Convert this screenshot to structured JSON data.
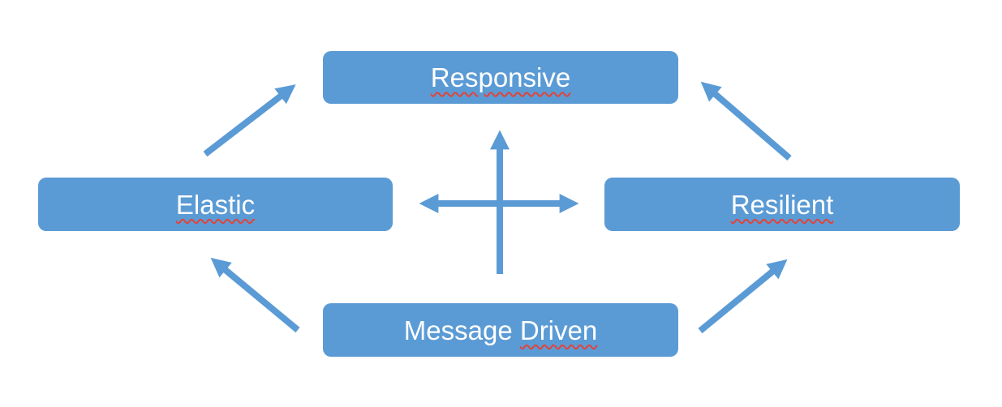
{
  "colors": {
    "node_fill": "#5b9bd5",
    "node_text": "#ffffff",
    "arrow": "#5b9bd5",
    "spellcheck_underline": "#e0443a"
  },
  "nodes": [
    {
      "id": "responsive",
      "label": "Responsive",
      "plain": "",
      "flagged": "Responsive"
    },
    {
      "id": "elastic",
      "label": "Elastic",
      "plain": "",
      "flagged": "Elastic"
    },
    {
      "id": "resilient",
      "label": "Resilient",
      "plain": "",
      "flagged": "Resilient"
    },
    {
      "id": "message_driven",
      "label": "Message Driven",
      "plain": "Message ",
      "flagged": "Driven"
    }
  ],
  "edges": [
    {
      "from": "elastic",
      "to": "responsive",
      "direction": "one-way"
    },
    {
      "from": "resilient",
      "to": "responsive",
      "direction": "one-way"
    },
    {
      "from": "message_driven",
      "to": "responsive",
      "direction": "one-way"
    },
    {
      "from": "elastic",
      "to": "resilient",
      "direction": "two-way"
    },
    {
      "from": "message_driven",
      "to": "elastic",
      "direction": "one-way"
    },
    {
      "from": "message_driven",
      "to": "resilient",
      "direction": "one-way"
    }
  ]
}
